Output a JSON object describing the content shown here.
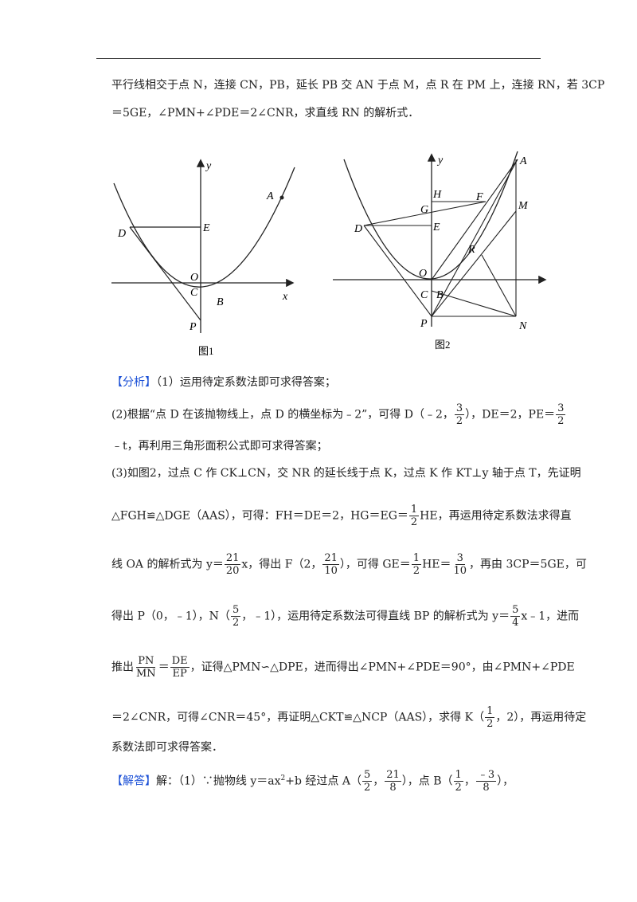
{
  "problem": {
    "line1": "平行线相交于点 N，连接 CN，PB，延长 PB 交 AN 于点 M，点 R 在 PM 上，连接 RN，若 3CP",
    "line2": "＝5GE，∠PMN+∠PDE＝2∠CNR，求直线 RN 的解析式．"
  },
  "figures": {
    "fig1": {
      "caption": "图1",
      "labels": {
        "y": "y",
        "x": "x",
        "A": "A",
        "D": "D",
        "E": "E",
        "O": "O",
        "C": "C",
        "B": "B",
        "P": "P"
      }
    },
    "fig2": {
      "caption": "图2",
      "labels": {
        "y": "y",
        "A": "A",
        "H": "H",
        "F": "F",
        "M": "M",
        "G": "G",
        "D": "D",
        "E": "E",
        "R": "R",
        "O": "O",
        "C": "C",
        "B": "B",
        "P": "P",
        "N": "N"
      }
    }
  },
  "analysis": {
    "tag": "【分析】",
    "p1": "（1）运用待定系数法即可求得答案；",
    "p2a": "(2)根据“点 D 在该抛物线上，点 D 的横坐标为﹣2”，可得 D（﹣2，",
    "p2b": "），DE＝2，PE＝",
    "p2c": "﹣t，再利用三角形面积公式即可求得答案；",
    "p3": "(3)如图2，过点 C 作 CK⊥CN，交 NR 的延长线于点 K，过点 K 作 KT⊥y 轴于点 T，先证明",
    "p4a": "△FGH≌△DGE（AAS），可得：FH＝DE＝2，HG＝EG＝",
    "p4b": "HE，再运用待定系数法求得直",
    "p5a": "线 OA 的解析式为 y＝",
    "p5b": "x，得出 F（2，",
    "p5c": "），可得 GE＝",
    "p5d": "HE＝",
    "p5e": "，再由 3CP＝5GE，可",
    "p6a": "得出 P（0，﹣1），N（",
    "p6b": "，﹣1），运用待定系数法可得直线 BP 的解析式为 y＝",
    "p6c": "x﹣1，进而",
    "p7a": "推出",
    "p7b": "，证得△PMN∽△DPE，进而得出∠PMN+∠PDE＝90°，由∠PMN+∠PDE",
    "p8a": "＝2∠CNR，可得∠CNR＝45°，再证明△CKT≌△NCP（AAS），求得 K（",
    "p8b": "，2），再运用待定",
    "p9": "系数法即可求得答案．"
  },
  "fractions": {
    "f3_2": {
      "num": "3",
      "den": "2"
    },
    "f1_2": {
      "num": "1",
      "den": "2"
    },
    "f21_20": {
      "num": "21",
      "den": "20"
    },
    "f21_10": {
      "num": "21",
      "den": "10"
    },
    "f3_10": {
      "num": "3",
      "den": "10"
    },
    "f5_2": {
      "num": "5",
      "den": "2"
    },
    "f5_4": {
      "num": "5",
      "den": "4"
    },
    "fPN_MN": {
      "num": "PN",
      "den": "MN"
    },
    "fDE_EP": {
      "num": "DE",
      "den": "EP"
    },
    "f21_8": {
      "num": "21",
      "den": "8"
    },
    "fm3_8": {
      "num": "﹣3",
      "den": "8"
    }
  },
  "solution": {
    "tag": "【解答】",
    "a": "解：（1）∵抛物线 y＝ax",
    "sup": "2",
    "b": "+b 经过点 A（",
    "c": "，",
    "d": "），点 B（",
    "e": "，",
    "f": "），"
  },
  "colors": {
    "tag": "#1a4fd6",
    "text": "#222222"
  }
}
